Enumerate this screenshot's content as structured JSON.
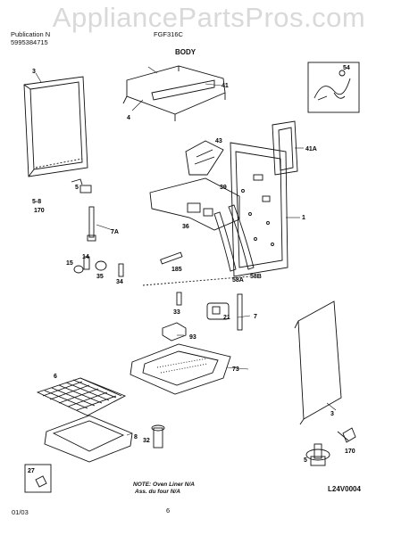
{
  "watermark": "AppliancePartsPros.com",
  "header": {
    "publication_label": "Publication N",
    "publication_no": "5995384715",
    "model": "FGF316C",
    "section_title": "BODY"
  },
  "callouts": [
    "1",
    "3",
    "3",
    "4",
    "5",
    "5",
    "5-8",
    "6",
    "7",
    "7A",
    "8",
    "14",
    "15",
    "21",
    "27",
    "32",
    "33",
    "34",
    "35",
    "36",
    "39",
    "41",
    "41A",
    "43",
    "54",
    "58A",
    "58B",
    "73",
    "93",
    "170",
    "170",
    "185"
  ],
  "note": {
    "line1": "NOTE: Oven Liner N/A",
    "line2": "Ass. du four N/A"
  },
  "drawing_no": "L24V0004",
  "footer": {
    "date": "01/03",
    "page": "6"
  }
}
